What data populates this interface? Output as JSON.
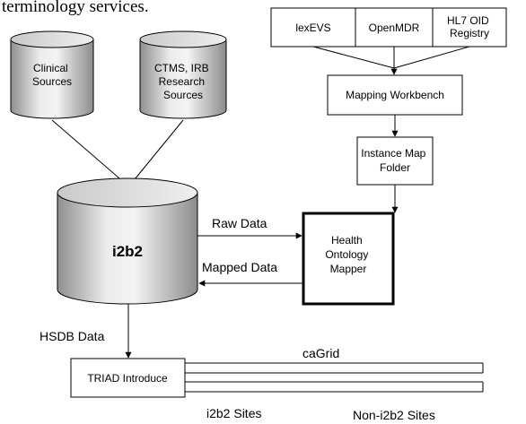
{
  "caption_fragment": "terminology services.",
  "sources": {
    "clinical": [
      "Clinical",
      "Sources"
    ],
    "ctms": [
      "CTMS, IRB",
      "Research",
      "Sources"
    ]
  },
  "registries": {
    "lexevs": "lexEVS",
    "openmdr": "OpenMDR",
    "hl7": [
      "HL7 OID",
      "Registry"
    ]
  },
  "mapping_workbench": "Mapping Workbench",
  "instance_map_folder": [
    "Instance Map",
    "Folder"
  ],
  "i2b2": "i2b2",
  "health_ontology_mapper": [
    "Health",
    "Ontology",
    "Mapper"
  ],
  "flows": {
    "raw_data": "Raw Data",
    "mapped_data": "Mapped Data",
    "hsdb_data": "HSDB Data"
  },
  "triad_introduce": "TRIAD Introduce",
  "cagrid": "caGrid",
  "sites": {
    "i2b2": "i2b2 Sites",
    "non_i2b2": "Non-i2b2 Sites"
  }
}
